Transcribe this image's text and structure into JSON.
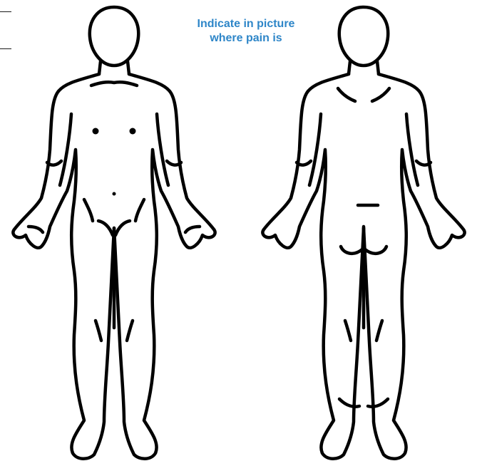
{
  "instruction": {
    "line1": "Indicate in picture",
    "line2": "where pain is",
    "color": "#2e86c8"
  },
  "figures": {
    "front": "front-body-outline",
    "back": "back-body-outline"
  }
}
